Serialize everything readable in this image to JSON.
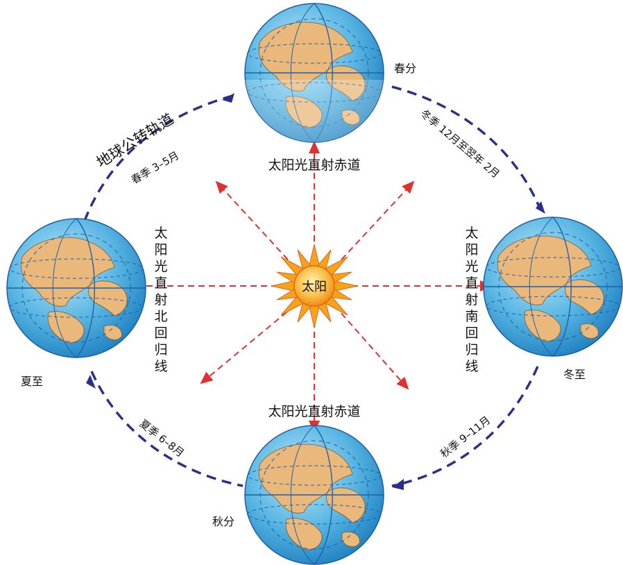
{
  "diagram": {
    "sun_label": "太阳",
    "orbit_title": "地球公转轨道",
    "globes": {
      "spring": {
        "label": "春分"
      },
      "summer": {
        "label": "夏至"
      },
      "autumn": {
        "label": "秋分"
      },
      "winter": {
        "label": "冬至"
      }
    },
    "rays": {
      "top_label": "太阳光直射赤道",
      "bottom_label": "太阳光直射赤道",
      "left_label": "太阳光直射北回归线",
      "right_label": "太阳光直射南回归线"
    },
    "seasons": {
      "spring": "春季 3–5月",
      "summer": "夏季 6–8月",
      "autumn": "秋季 9–11月",
      "winter": "冬季 12月至翌年 2月"
    },
    "colors": {
      "ocean": "#5ab7e3",
      "land": "#e9b87a",
      "orbit": "#2b2f8c",
      "ray": "#e03030",
      "sun": "#f7a21b",
      "grid": "#1f5fa8"
    }
  }
}
